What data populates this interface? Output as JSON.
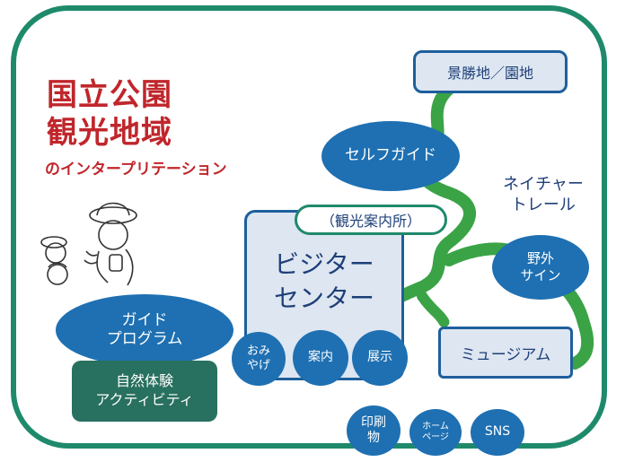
{
  "title": {
    "line1": "国立公園",
    "line2": "観光地域",
    "line3": "のインタープリテーション"
  },
  "nodes": {
    "scenic": "景勝地／園地",
    "self_guide": "セルフガイド",
    "nature_trail": "ネイチャー\nトレール",
    "visitor_center_tag": "（観光案内所）",
    "visitor_center": "ビジター\nセンター",
    "outdoor_sign": "野外\nサイン",
    "museum": "ミュージアム",
    "guide_program": "ガイド\nプログラム",
    "nature_activity": "自然体験\nアクティビティ",
    "souvenir": "おみ\nやげ",
    "info": "案内",
    "exhibit": "展示",
    "print": "印刷\n物",
    "homepage": "ホーム\nページ",
    "sns": "SNS"
  },
  "colors": {
    "frame": "#1f8a6b",
    "title": "#c0262b",
    "oval": "#1e70b2",
    "box_fill": "#dde6f1",
    "box_border": "#1e5f9c",
    "trail": "#3aa346",
    "activity": "#28705f"
  }
}
